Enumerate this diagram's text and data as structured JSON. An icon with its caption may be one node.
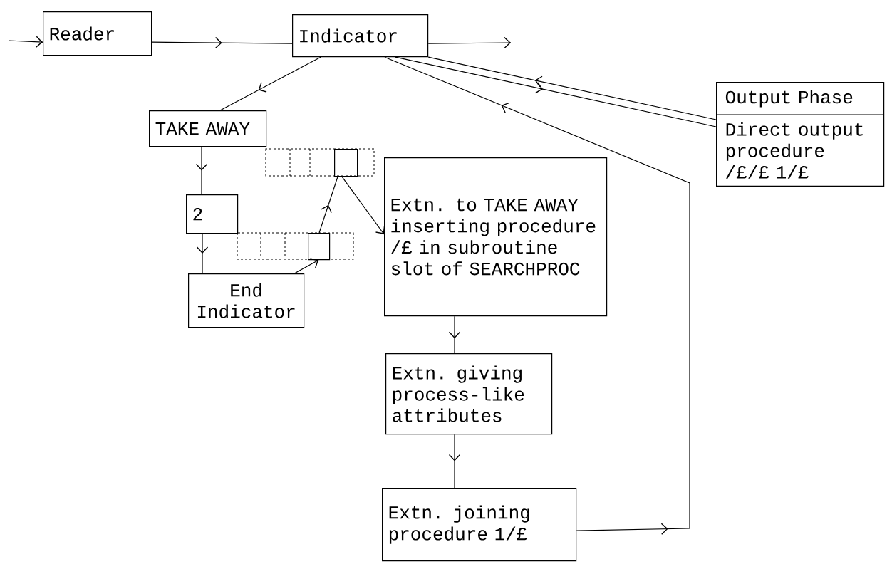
{
  "diagram": {
    "nodes": [
      {
        "text": [
          "Reader"
        ]
      },
      {
        "text": [
          "Indicator"
        ]
      },
      {
        "text": [
          "Output Phase",
          "Direct output procedure /£/£ 1/£"
        ]
      },
      {
        "text": [
          "TAKE AWAY"
        ]
      },
      {
        "text": [],
        "shape": "box"
      },
      {
        "text": [
          "2"
        ]
      },
      {
        "text": [],
        "shape": "box"
      },
      {
        "text": [
          "End Indicator"
        ]
      },
      {
        "text": [
          "Extn. to TAKE AWAY inserting procedure /£ in subroutine slot of SEARCHPROC"
        ]
      },
      {
        "text": [
          "Extn. giving process-like attributes"
        ]
      },
      {
        "text": [
          "Extn. joining procedure 1/£"
        ]
      }
    ],
    "edges": [
      {
        "from": null,
        "to": 0,
        "arrow": "to"
      },
      {
        "from": 0,
        "to": 1,
        "arrow": "to"
      },
      {
        "from": 1,
        "to": null,
        "arrow": "to"
      },
      {
        "from": 1,
        "to": 3,
        "arrow": "to"
      },
      {
        "from": 2,
        "to": 1,
        "arrow": "to"
      },
      {
        "from": 1,
        "to": 2,
        "arrow": "to"
      },
      {
        "from": 10,
        "to": 1,
        "arrow": "to"
      },
      {
        "from": 3,
        "to": 5,
        "arrow": "to"
      },
      {
        "from": 5,
        "to": 7,
        "arrow": "to"
      },
      {
        "from": 7,
        "to": 6,
        "arrow": "to"
      },
      {
        "from": 6,
        "to": 4,
        "arrow": "to"
      },
      {
        "from": 4,
        "to": 8,
        "arrow": "to"
      },
      {
        "from": 8,
        "to": 9,
        "arrow": "to"
      },
      {
        "from": 9,
        "to": 10,
        "arrow": "to"
      }
    ]
  }
}
